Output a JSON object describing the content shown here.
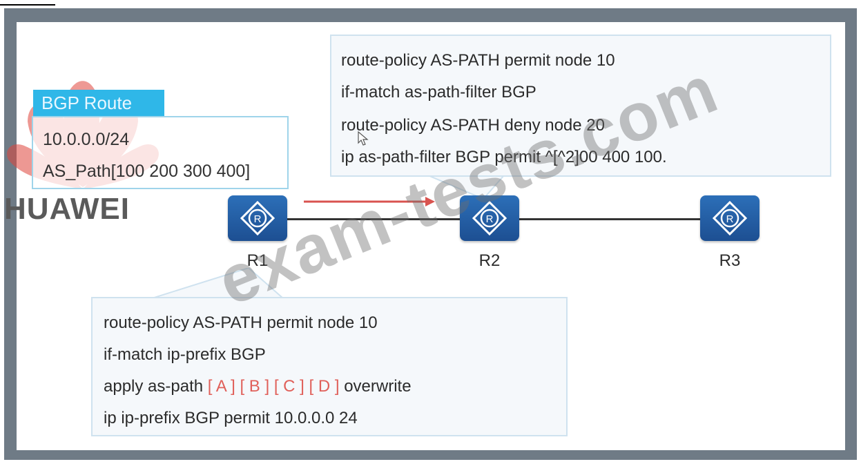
{
  "top_callout": {
    "lines": [
      "route-policy AS-PATH permit node 10",
      " if-match as-path-filter BGP",
      "route-policy AS-PATH deny node 20",
      "ip as-path-filter BGP permit ^[^2]00 400 100."
    ]
  },
  "bgp_route": {
    "title": "BGP Route",
    "prefix": "10.0.0.0/24",
    "as_path": "AS_Path[100 200 300 400]"
  },
  "logo": {
    "text": "HUAWEI",
    "color": "#e0453c"
  },
  "routers": [
    {
      "label": "R1",
      "icon": "router-icon"
    },
    {
      "label": "R2",
      "icon": "router-icon"
    },
    {
      "label": "R3",
      "icon": "router-icon"
    }
  ],
  "bottom_callout": {
    "line1": "route-policy AS-PATH permit node 10",
    "line2": " if-match ip-prefix BGP",
    "line3_prefix": " apply as-path ",
    "blank_a": "[ A ]",
    "blank_b": "[ B ]",
    "blank_c": "[ C ]",
    "blank_d": "[ D ]",
    "line3_suffix": " overwrite",
    "line4": "ip ip-prefix BGP permit 10.0.0.0 24"
  },
  "watermark": "exam-tests.com",
  "colors": {
    "router_blue": "#1f5a9f",
    "highlight": "#e0605a",
    "arrow": "#d9534f"
  }
}
